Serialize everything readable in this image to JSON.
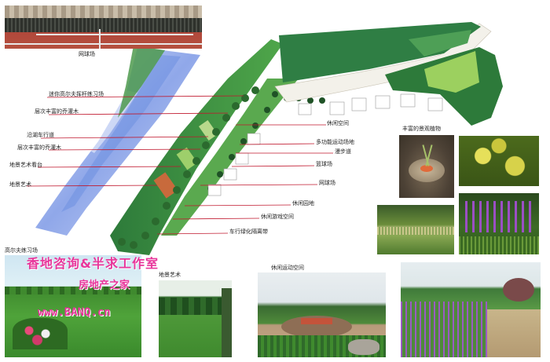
{
  "labels": {
    "tennis_court": "网球场",
    "mini_golf": "迷你高尔夫挥杆练习场",
    "layered_shrubs_1": "层次丰富的乔灌木",
    "lakeside_road": "沿湖车行道",
    "layered_shrubs_2": "层次丰富的乔灌木",
    "landscape_stand": "地景艺术看台",
    "landscape_art": "地景艺术",
    "leisure_space_1": "休闲空间",
    "multi_sport": "多功能运动场地",
    "walking_path": "漫步道",
    "basketball": "篮球场",
    "tennis_court_2": "网球场",
    "leisure_garden": "休闲园地",
    "leisure_play": "休闲游戏空间",
    "green_separator": "车行绿化隔离带",
    "plants_title": "丰富的景观植物",
    "golf_practice": "高尔夫练习场",
    "landscape_art_2": "地景艺术",
    "leisure_sport": "休闲运动空间"
  },
  "watermark": {
    "line1": "香地咨询&半求工作室",
    "line2": "房地产之家",
    "line3": "www.BANQ.cn"
  },
  "colors": {
    "guide_line": "#c0182e",
    "water": "#8fa8e6",
    "grass": "#3f8f3a",
    "watermark": "#e8369b"
  }
}
